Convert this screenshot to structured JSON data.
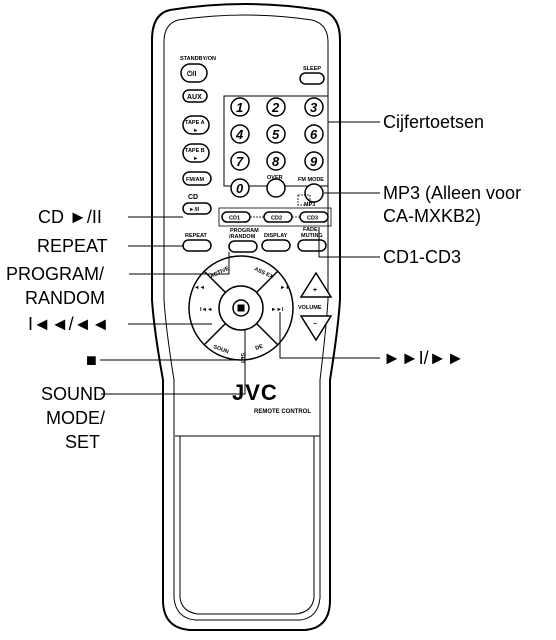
{
  "remote": {
    "standby_label": "STANDBY/ON",
    "standby_symbol": "⏻/I",
    "sleep_label": "SLEEP",
    "aux_label": "AUX",
    "tape_a_label": "TAPE A",
    "tape_b_label": "TAPE B",
    "play_symbol": "►",
    "fm_am_label": "FM/AM",
    "cd_label": "CD",
    "cd_play_symbol": "►/II",
    "numbers": [
      "1",
      "2",
      "3",
      "4",
      "5",
      "6",
      "7",
      "8",
      "9",
      "0"
    ],
    "over_label": "OVER",
    "fm_mode_label": "FM MODE",
    "mp3_label": "MP3",
    "cd1_label": "CD1",
    "cd2_label": "CD2",
    "cd3_label": "CD3",
    "repeat_label": "REPEAT",
    "program_label_1": "PROGRAM",
    "program_label_2": "/RANDOM",
    "display_label": "DISPLAY",
    "fade_label_1": "FADE",
    "fade_label_2": "MUTING",
    "active_label": "ACTIVE",
    "bass_label": "ASS EX",
    "prev_symbol": "◄◄",
    "next_symbol": "►►",
    "skip_back_symbol": "I◄◄",
    "skip_fwd_symbol": "►►I",
    "stop_symbol": "■",
    "sound_label": "SOUN",
    "set_label": "SET",
    "de_label": "DE",
    "vol_plus": "+",
    "vol_minus": "−",
    "volume_label": "VOLUME",
    "brand": "JVC",
    "remote_control_label": "REMOTE CONTROL"
  },
  "callouts": {
    "cijfertoetsen": "Cijfertoetsen",
    "mp3_line1": "MP3 (Alleen voor",
    "mp3_line2": "CA-MXKB2)",
    "cd_play": "CD ►/II",
    "repeat": "REPEAT",
    "program_line1": "PROGRAM/",
    "program_line2": "RANDOM",
    "cd1_cd3": "CD1-CD3",
    "skip_back": "I◄◄/◄◄",
    "stop": "■",
    "skip_fwd": "►►I/►►",
    "sound_line1": "SOUND",
    "sound_line2": "MODE/",
    "sound_line3": "SET"
  }
}
